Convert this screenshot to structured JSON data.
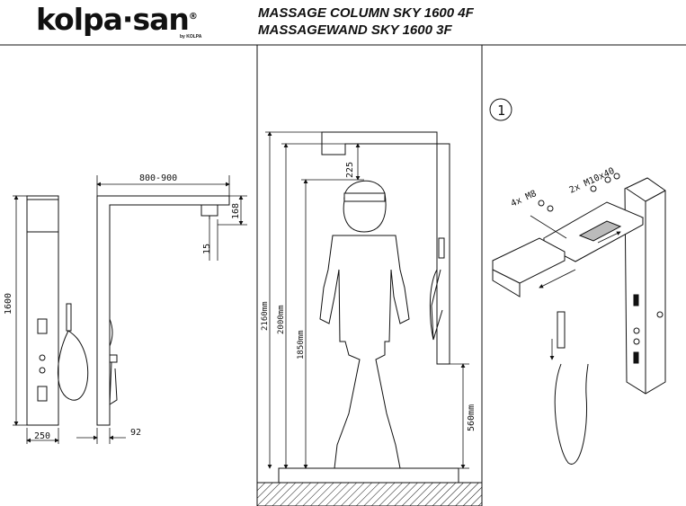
{
  "header": {
    "logo": "kolpa·san",
    "logo_mark": "®",
    "logo_sub": "by KOLPA",
    "title_line1": "MASSAGE COLUMN SKY 1600 4F",
    "title_line2": "MASSAGEWAND SKY 1600 3F"
  },
  "panel_left": {
    "dim_height": "1600",
    "dim_width": "250",
    "dim_arm": "800-900",
    "dim_head": "168",
    "dim_gap": "15",
    "dim_depth": "92"
  },
  "panel_middle": {
    "dim_top": "225",
    "dim_2160": "2160mm",
    "dim_2000": "2000mm",
    "dim_1850": "1850mm",
    "dim_560": "560mm"
  },
  "panel_right": {
    "step": "1",
    "bolt_m8": "4x M8",
    "bolt_m10": "2x M10x40"
  }
}
